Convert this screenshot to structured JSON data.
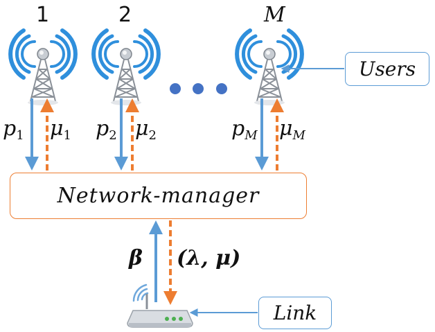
{
  "users": [
    {
      "index": "1",
      "p_label": "p",
      "p_sub": "1",
      "mu_label": "μ",
      "mu_sub": "1"
    },
    {
      "index": "2",
      "p_label": "p",
      "p_sub": "2",
      "mu_label": "μ",
      "mu_sub": "2"
    },
    {
      "index": "M",
      "p_label": "p",
      "p_sub": "M",
      "mu_label": "μ",
      "mu_sub": "M"
    }
  ],
  "users_callout": "Users",
  "manager_label": "Network-manager",
  "link_callout": "Link",
  "beta_label": "β",
  "lambda_mu_label": "(λ, μ)",
  "colors": {
    "uplink_arrow": "#5b9bd5",
    "downlink_arrow": "#ed7d31",
    "manager_border": "#ed7d31",
    "callout_border": "#5b9bd5",
    "ellipsis_dots": "#4472c4"
  },
  "icons": {
    "user": "radio-tower-icon",
    "link": "wireless-router-icon"
  }
}
